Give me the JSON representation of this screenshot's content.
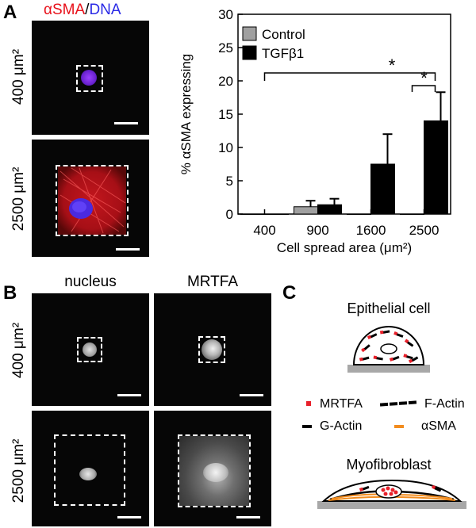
{
  "panels": {
    "A": {
      "letter": "A",
      "title_alpha": "αSMA",
      "title_slash": "/",
      "title_dna": "DNA",
      "row1_label": "400 μm²",
      "row2_label": "2500 μm²"
    },
    "B": {
      "letter": "B",
      "col1_label": "nucleus",
      "col2_label": "MRTFA",
      "row1_label": "400 μm²",
      "row2_label": "2500 μm²"
    },
    "C": {
      "letter": "C",
      "epithelial_label": "Epithelial cell",
      "myofibroblast_label": "Myofibroblast",
      "legend": {
        "mrtfa": "MRTFA",
        "factin": "F-Actin",
        "gactin": "G-Actin",
        "asma": "αSMA"
      }
    }
  },
  "colors": {
    "asma_red": "#e8101a",
    "dna_blue": "#2a2ae6",
    "control_gray": "#a0a0a0",
    "tgfb_black": "#000000",
    "asma_orange": "#f28c1e",
    "mrtfa_red": "#e8202a"
  },
  "chart_data": {
    "type": "bar",
    "categories": [
      "400",
      "900",
      "1600",
      "2500"
    ],
    "series": [
      {
        "name": "Control",
        "values": [
          0,
          1.1,
          0,
          0
        ],
        "errors": [
          0,
          0.9,
          0,
          0
        ],
        "color": "#a0a0a0"
      },
      {
        "name": "TGFβ1",
        "values": [
          0,
          1.4,
          7.5,
          14.0
        ],
        "errors": [
          0,
          0.9,
          4.5,
          4.3
        ],
        "color": "#000000"
      }
    ],
    "xlabel": "Cell spread area (μm²)",
    "ylabel": "% αSMA expressing",
    "ylim": [
      0,
      30
    ],
    "yticks": [
      0,
      5,
      10,
      15,
      20,
      25,
      30
    ],
    "grid": false,
    "legend_position": "top-left",
    "significance": [
      {
        "label": "*",
        "from": "400",
        "to": "2500"
      },
      {
        "label": "*",
        "from": "2500-control",
        "to": "2500-tgfb1"
      }
    ]
  }
}
